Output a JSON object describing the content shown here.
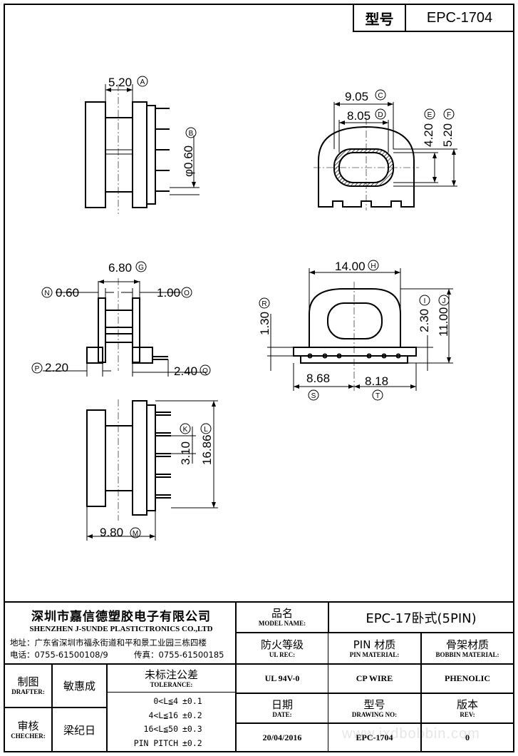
{
  "header": {
    "model_label": "型号",
    "model_value": "EPC-1704"
  },
  "dimensions": {
    "A": "5.20",
    "B": "φ0.60",
    "C": "9.05",
    "D": "8.05",
    "E": "4.20",
    "F": "5.20",
    "G": "6.80",
    "N": "0.60",
    "O": "1.00",
    "P": "2.20",
    "Q": "2.40",
    "H": "14.00",
    "R": "1.30",
    "I": "2.30",
    "J": "11.00",
    "S": "8.68",
    "T": "8.18",
    "K": "3.10",
    "L": "16.86",
    "M": "9.80"
  },
  "company": {
    "name_cn": "深圳市嘉信德塑胶电子有限公司",
    "name_en": "SHENZHEN J-SUNDE PLASTICTRONICS CO.,LTD",
    "address": "地址：广东省深圳市福永街道和平和景工业园三栋四楼",
    "phone": "电话：0755-61500108/9",
    "fax": "传真：0755-61500185"
  },
  "title_block": {
    "model_name_cn": "品名",
    "model_name_en": "MODEL NAME:",
    "model_name_value": "EPC-17卧式(5PIN)",
    "ul_rec_cn": "防火等级",
    "ul_rec_en": "UL REC:",
    "ul_rec_value": "UL 94V-0",
    "pin_material_cn": "PIN 材质",
    "pin_material_en": "PIN MATERIAL:",
    "pin_material_value": "CP WIRE",
    "bobbin_material_cn": "骨架材质",
    "bobbin_material_en": "BOBBIN MATERIAL:",
    "bobbin_material_value": "PHENOLIC",
    "drafter_cn": "制图",
    "drafter_en": "DRAFTER:",
    "drafter_value": "敏惠成",
    "checker_cn": "审核",
    "checker_en": "CHECHER:",
    "checker_value": "梁纪日",
    "tolerance_cn": "未标注公差",
    "tolerance_en": "TOLERANCE:",
    "tolerances": [
      {
        "range": "0<L≦4",
        "tol": "±0.1"
      },
      {
        "range": "4<L≦16",
        "tol": "±0.2"
      },
      {
        "range": "16<L≦50",
        "tol": "±0.3"
      },
      {
        "range": "PIN PITCH",
        "tol": "±0.2"
      }
    ],
    "date_cn": "日期",
    "date_en": "DATE:",
    "date_value": "20/04/2016",
    "drawing_no_cn": "型号",
    "drawing_no_en": "DRAWING NO:",
    "drawing_no_value": "EPC-1704",
    "rev_cn": "版本",
    "rev_en": "REV:",
    "rev_value": "0"
  },
  "watermark": "www.jxdbobbin.com"
}
